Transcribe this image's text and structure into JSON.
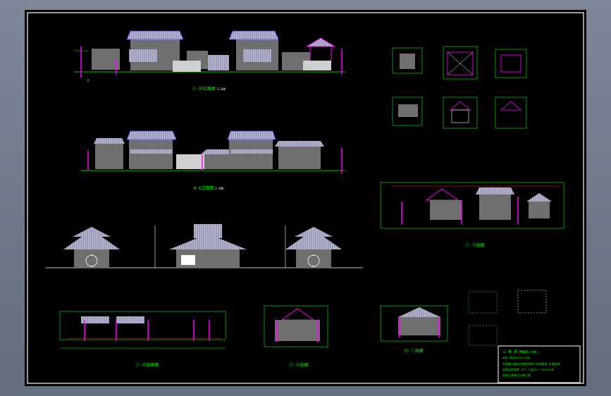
{
  "drawing": {
    "titles": {
      "elev_top": "①-⑩立面图",
      "elev_mid": "A-K立面图",
      "section_right": "①-⑪剖面",
      "plan_bottom_left": "①-⑩剖面图",
      "plan_bottom_mid": "①-⑪剖面",
      "plan_bottom_right": "⑪-①剖面",
      "scale": "1:100"
    },
    "title_block": {
      "company": "三 维 网  MH3D.com",
      "line2": "www.3dsource.com",
      "line3": "中国最大最全的建筑3D网  园林景观 古建园林",
      "line4": "本图仅供参考 all rights reserved",
      "line5": "园林古建筑设计施工图"
    }
  },
  "colors": {
    "background": "#000000",
    "frame": "#ffffff",
    "roof": "#d0d0e8",
    "magenta": "#ff00ff",
    "green": "#00ff00",
    "cyan": "#00ffff",
    "yellow": "#ffff00",
    "red": "#ff2020",
    "blue": "#4040ff"
  }
}
